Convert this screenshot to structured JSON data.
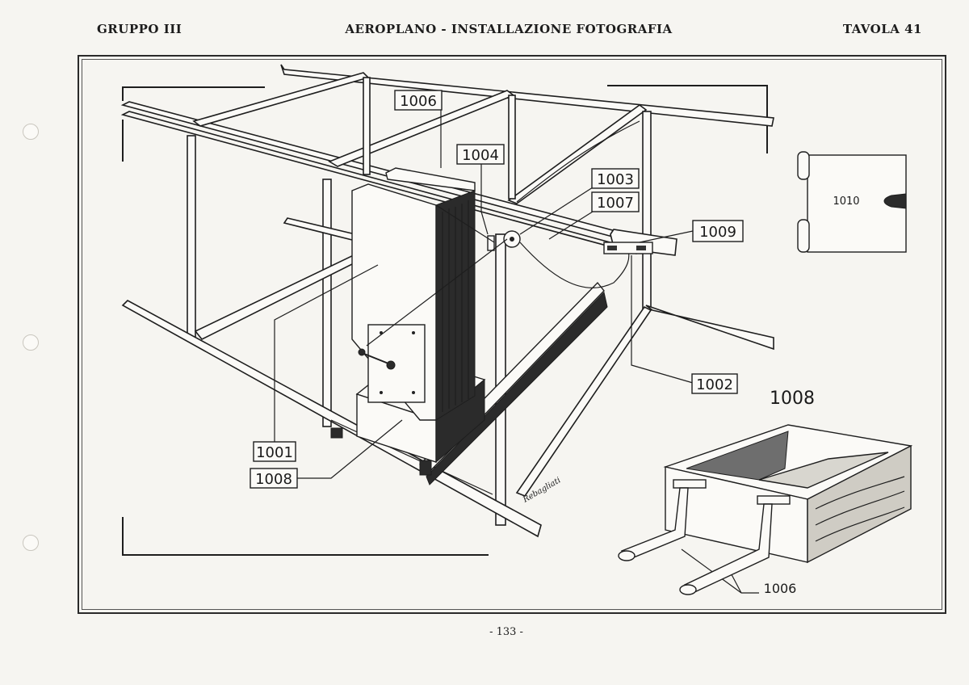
{
  "header": {
    "left": "GRUPPO III",
    "center": "AEROPLANO - INSTALLAZIONE FOTOGRAFIA",
    "right": "TAVOLA 41"
  },
  "footer": {
    "page_number": "- 133 -"
  },
  "callouts": {
    "c1006_top": "1006",
    "c1004": "1004",
    "c1003": "1003",
    "c1007": "1007",
    "c1009": "1009",
    "c1002": "1002",
    "c1001": "1001",
    "c1008_left": "1008",
    "c1010": "1010",
    "c1008_title": "1008",
    "c1006_bottom": "1006"
  },
  "signature": "Rebagliati"
}
